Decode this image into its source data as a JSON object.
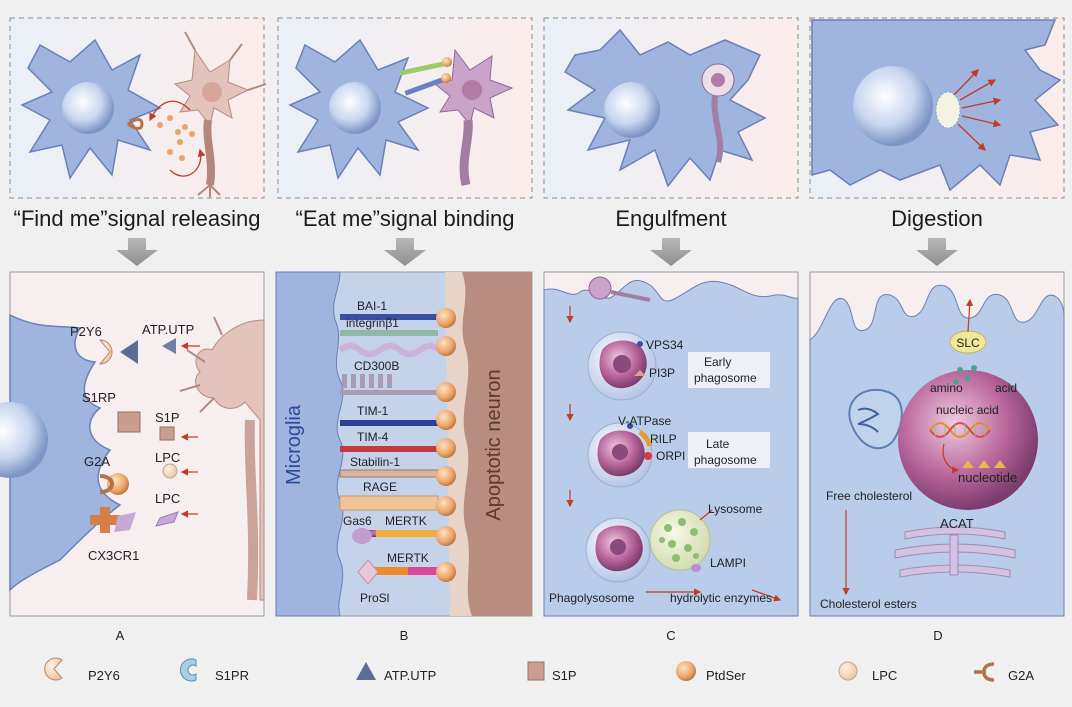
{
  "steps": [
    {
      "heading": "“Find me”signal releasing",
      "panel": "A"
    },
    {
      "heading": "“Eat me”signal binding",
      "panel": "B"
    },
    {
      "heading": "Engulfment",
      "panel": "C"
    },
    {
      "heading": "Digestion",
      "panel": "D"
    }
  ],
  "panelA": {
    "labels": [
      "P2Y6",
      "ATP.UTP",
      "S1RP",
      "S1P",
      "G2A",
      "LPC",
      "LPC",
      "CX3CR1"
    ]
  },
  "panelB": {
    "microglia": "Microglia",
    "neuron": "Apoptotic neuron",
    "receptors": [
      "BAI-1",
      "integrinβ1",
      "CD300B",
      "TIM-1",
      "TIM-4",
      "Stabilin-1",
      "RAGE",
      "MERTK",
      "MERTK"
    ],
    "gas6": "Gas6",
    "pros1": "ProSl"
  },
  "panelC": {
    "vps34": "VPS34",
    "pi3p": "PI3P",
    "early": [
      "Early",
      "phagosome"
    ],
    "vatpase": "V-ATPase",
    "rilp": "RILP",
    "orpi": "ORPI",
    "late": [
      "Late",
      "phagosome"
    ],
    "lysosome": "Lysosome",
    "lampi": "LAMPI",
    "phagolysosome": "Phagolysosome",
    "enzymes": "hydrolytic enzymes"
  },
  "panelD": {
    "slc": "SLC",
    "amino": "amino",
    "acid": "acid",
    "nucleic": "nucleic acid",
    "nucleotide": "nucleotide",
    "free": "Free cholesterol",
    "acat": "ACAT",
    "esters": "Cholesterol esters"
  },
  "legend": [
    {
      "label": "P2Y6",
      "icon": "p2y6-icon"
    },
    {
      "label": "S1PR",
      "icon": "s1pr-icon"
    },
    {
      "label": "ATP.UTP",
      "icon": "atp-utp-icon"
    },
    {
      "label": "S1P",
      "icon": "s1p-icon"
    },
    {
      "label": "PtdSer",
      "icon": "ptdser-icon"
    },
    {
      "label": "LPC",
      "icon": "lpc-icon"
    },
    {
      "label": "G2A",
      "icon": "g2a-icon"
    }
  ],
  "colors": {
    "microglia": "#9fb4df",
    "neuron": "#d9b9b1",
    "arrow": "#c23b22",
    "ptdser": "#e9a76b"
  }
}
